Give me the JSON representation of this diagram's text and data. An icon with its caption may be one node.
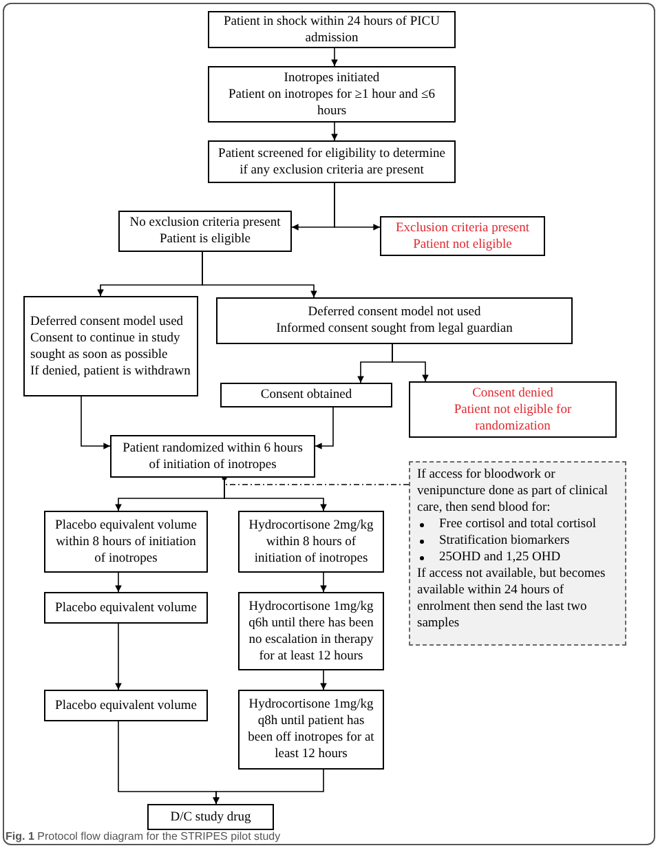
{
  "diagram": {
    "caption": "**Fig. 1** Protocol flow diagram for the STRIPES pilot study",
    "nodes": [
      {
        "text": [
          "Patient in shock within 24 hours of PICU admission"
        ]
      },
      {
        "text": [
          "Inotropes initiated",
          "Patient on inotropes for ≥1 hour and ≤6 hours"
        ]
      },
      {
        "text": [
          "Patient screened for eligibility to determine if any exclusion criteria are present"
        ]
      },
      {
        "text": [
          "No exclusion criteria present",
          "Patient is eligible"
        ]
      },
      {
        "text": [
          "Exclusion criteria present",
          "Patient not eligible"
        ]
      },
      {
        "text": [
          "Deferred consent model used",
          "Consent to continue in study sought as soon as possible",
          "If denied, patient is withdrawn"
        ]
      },
      {
        "text": [
          "Deferred consent model not used",
          "Informed consent sought from legal guardian"
        ]
      },
      {
        "text": [
          "Consent obtained"
        ]
      },
      {
        "text": [
          "Consent denied",
          "Patient not eligible for randomization"
        ]
      },
      {
        "text": [
          "Patient randomized within 6 hours of initiation of inotropes"
        ]
      },
      {
        "text": [
          "If access for bloodwork or venipuncture done as part of clinical care, then send blood for:",
          "Free cortisol and total cortisol",
          "Stratification biomarkers",
          "25OHD and 1,25 OHD",
          "If access not available, but becomes available within 24 hours of enrolment then send the last two samples"
        ]
      },
      {
        "text": [
          "Placebo equivalent volume within 8 hours of initiation of inotropes"
        ]
      },
      {
        "text": [
          "Hydrocortisone 2mg/kg within 8 hours of initiation of inotropes"
        ]
      },
      {
        "text": [
          "Placebo equivalent volume"
        ]
      },
      {
        "text": [
          "Hydrocortisone 1mg/kg q6h until there has been no escalation in therapy for at least 12 hours"
        ]
      },
      {
        "text": [
          "Placebo equivalent volume"
        ]
      },
      {
        "text": [
          "Hydrocortisone 1mg/kg q8h until patient has been off inotropes for at least 12 hours"
        ]
      },
      {
        "text": [
          "D/C study drug"
        ]
      }
    ],
    "edges": [
      {
        "from": 0,
        "to": 1,
        "arrow": "to"
      },
      {
        "from": 1,
        "to": 2,
        "arrow": "to"
      },
      {
        "from": 2,
        "to": 3,
        "arrow": "to"
      },
      {
        "from": 2,
        "to": 4,
        "arrow": "to"
      },
      {
        "from": 3,
        "to": 5,
        "arrow": "to"
      },
      {
        "from": 3,
        "to": 6,
        "arrow": "to"
      },
      {
        "from": 6,
        "to": 7,
        "arrow": "to"
      },
      {
        "from": 6,
        "to": 8,
        "arrow": "to"
      },
      {
        "from": 5,
        "to": 9,
        "arrow": "to"
      },
      {
        "from": 7,
        "to": 9,
        "arrow": "to"
      },
      {
        "from": 10,
        "to": 9,
        "arrow": "other",
        "style": "dashed"
      },
      {
        "from": 9,
        "to": 11,
        "arrow": "to"
      },
      {
        "from": 9,
        "to": 12,
        "arrow": "to"
      },
      {
        "from": 11,
        "to": 13,
        "arrow": "to"
      },
      {
        "from": 12,
        "to": 14,
        "arrow": "to"
      },
      {
        "from": 13,
        "to": 15,
        "arrow": "to"
      },
      {
        "from": 14,
        "to": 16,
        "arrow": "to"
      },
      {
        "from": 15,
        "to": 17,
        "arrow": "to"
      },
      {
        "from": 16,
        "to": 17,
        "arrow": "to"
      }
    ]
  }
}
